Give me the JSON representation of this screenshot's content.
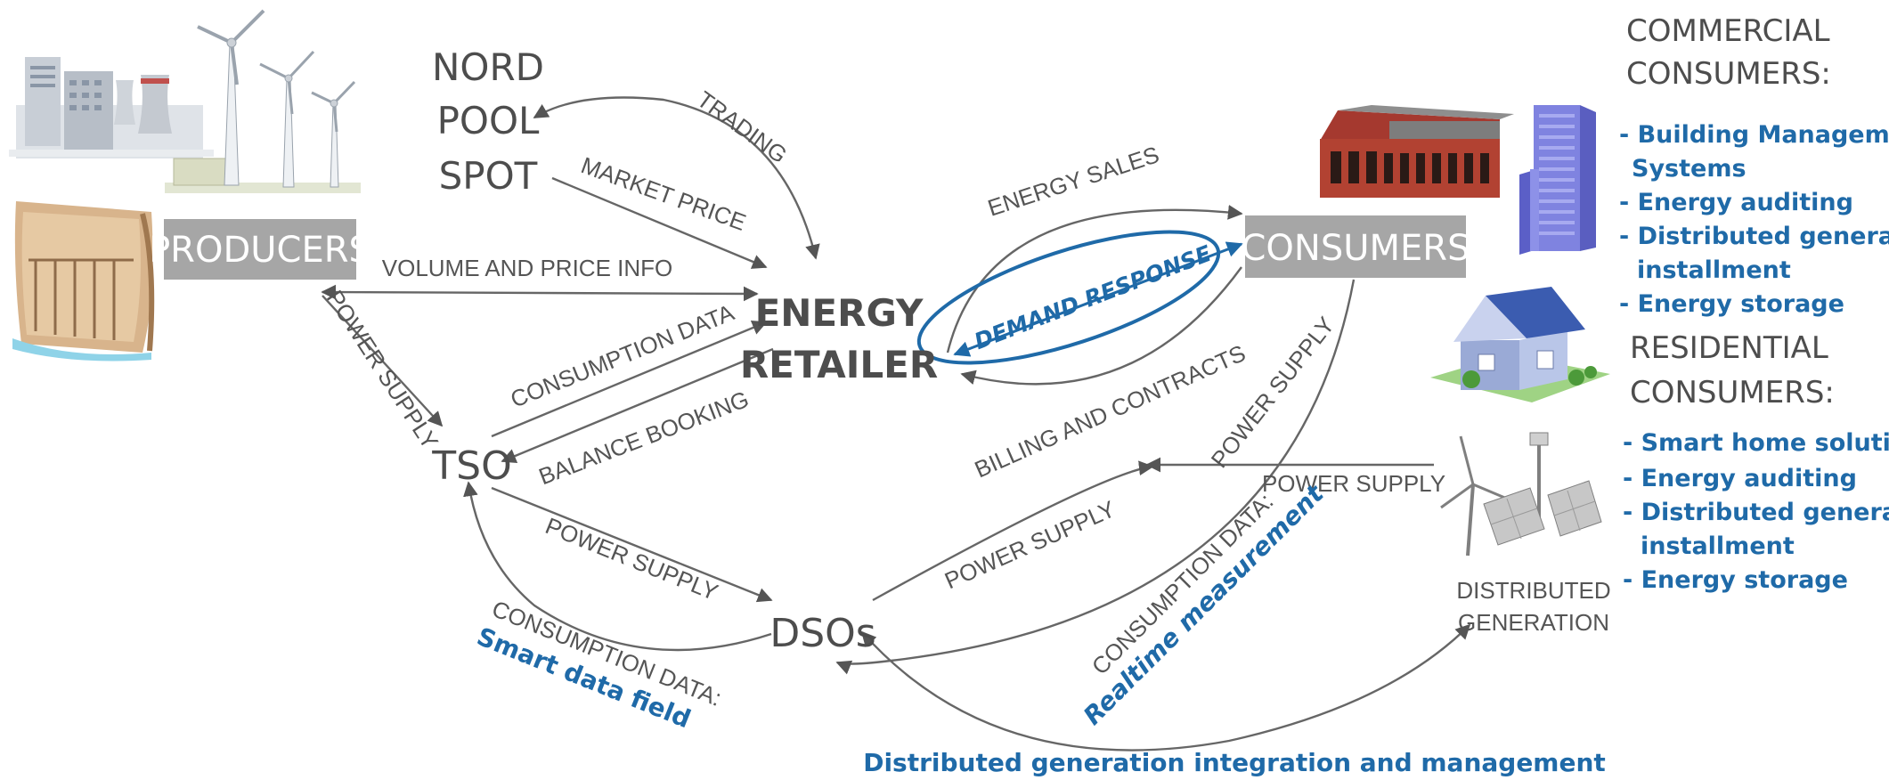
{
  "nodes": {
    "nord_pool": [
      "NORD",
      "POOL",
      "SPOT"
    ],
    "producers": "PRODUCERS",
    "energy_retailer": [
      "ENERGY",
      "RETAILER"
    ],
    "consumers": "CONSUMERS",
    "tso": "TSO",
    "dsos": "DSOs",
    "distributed_generation": [
      "DISTRIBUTED",
      "GENERATION"
    ]
  },
  "edges": {
    "trading": "TRADING",
    "market_price": "MARKET PRICE",
    "volume_price_info": "VOLUME AND PRICE INFO",
    "power_supply_producers": "POWER SUPPLY",
    "consumption_data_tso": "CONSUMPTION DATA",
    "balance_booking": "BALANCE BOOKING",
    "power_supply_tso_dso": "POWER SUPPLY",
    "consumption_data_dso": "CONSUMPTION DATA:",
    "smart_data_field": "Smart data field",
    "energy_sales": "ENERGY SALES",
    "demand_response": "DEMAND RESPONSE",
    "billing_contracts": "BILLING AND CONTRACTS",
    "power_supply_dso_consumers": "POWER SUPPLY",
    "power_supply_consumers": "POWER SUPPLY",
    "power_supply_dg": "POWER SUPPLY",
    "consumption_data_consumers": "CONSUMPTION DATA:",
    "realtime_measurement": "Realtime measurement",
    "dg_integration": "Distributed generation integration and management"
  },
  "commercial": {
    "title": [
      "COMMERCIAL",
      "CONSUMERS:"
    ],
    "items": [
      [
        "- Building Management",
        "  Systems"
      ],
      [
        "- Energy auditing"
      ],
      [
        "- Distributed generation",
        "  installment"
      ],
      [
        "- Energy storage"
      ]
    ]
  },
  "residential": {
    "title": [
      "RESIDENTIAL",
      "CONSUMERS:"
    ],
    "items": [
      [
        "- Smart home solutions"
      ],
      [
        "- Energy auditing"
      ],
      [
        "- Distributed generation",
        "  installment"
      ],
      [
        "- Energy storage"
      ]
    ]
  },
  "colors": {
    "accent_blue": "#1f6aa8",
    "box_gray": "#a6a6a6",
    "text_gray": "#4d4d4d",
    "arrow_gray": "#666666"
  }
}
